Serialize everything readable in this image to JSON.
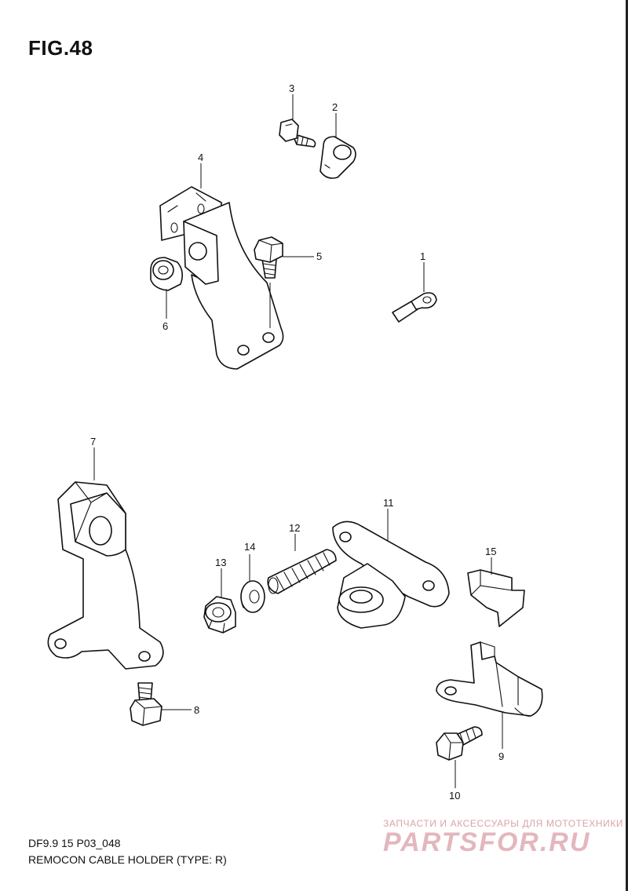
{
  "figure": {
    "title": "FIG.48",
    "code": "DF9.9 15 P03_048",
    "caption": "REMOCON CABLE HOLDER (TYPE: R)"
  },
  "watermark": {
    "tagline": "ЗАПЧАСТИ И АКСЕССУАРЫ ДЛЯ МОТОТЕХНИКИ",
    "logo": "PARTSFOR.RU",
    "color": "#e3b7bd"
  },
  "callouts": [
    {
      "number": "1"
    },
    {
      "number": "2"
    },
    {
      "number": "3"
    },
    {
      "number": "4"
    },
    {
      "number": "5"
    },
    {
      "number": "6"
    },
    {
      "number": "7"
    },
    {
      "number": "8"
    },
    {
      "number": "9"
    },
    {
      "number": "10"
    },
    {
      "number": "11"
    },
    {
      "number": "12"
    },
    {
      "number": "13"
    },
    {
      "number": "14"
    },
    {
      "number": "15"
    }
  ]
}
